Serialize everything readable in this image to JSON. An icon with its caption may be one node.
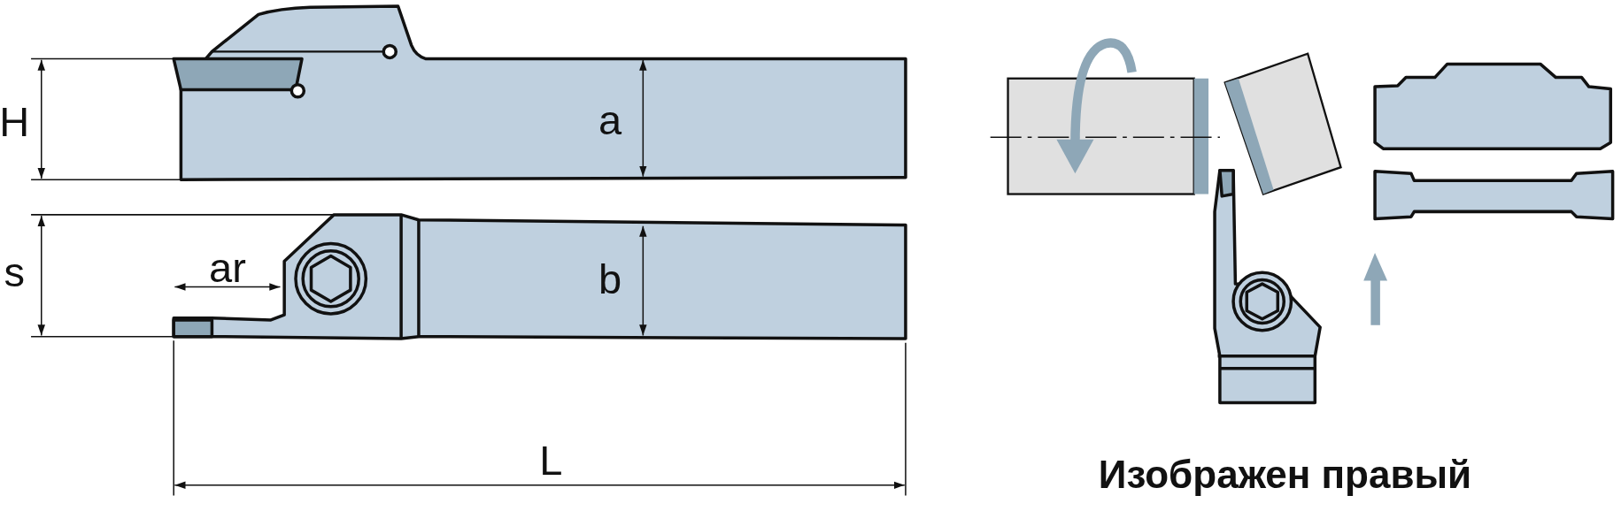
{
  "diagram": {
    "caption": "Изображен правый",
    "labels": [
      "H",
      "a",
      "s",
      "ar",
      "b",
      "L"
    ]
  }
}
